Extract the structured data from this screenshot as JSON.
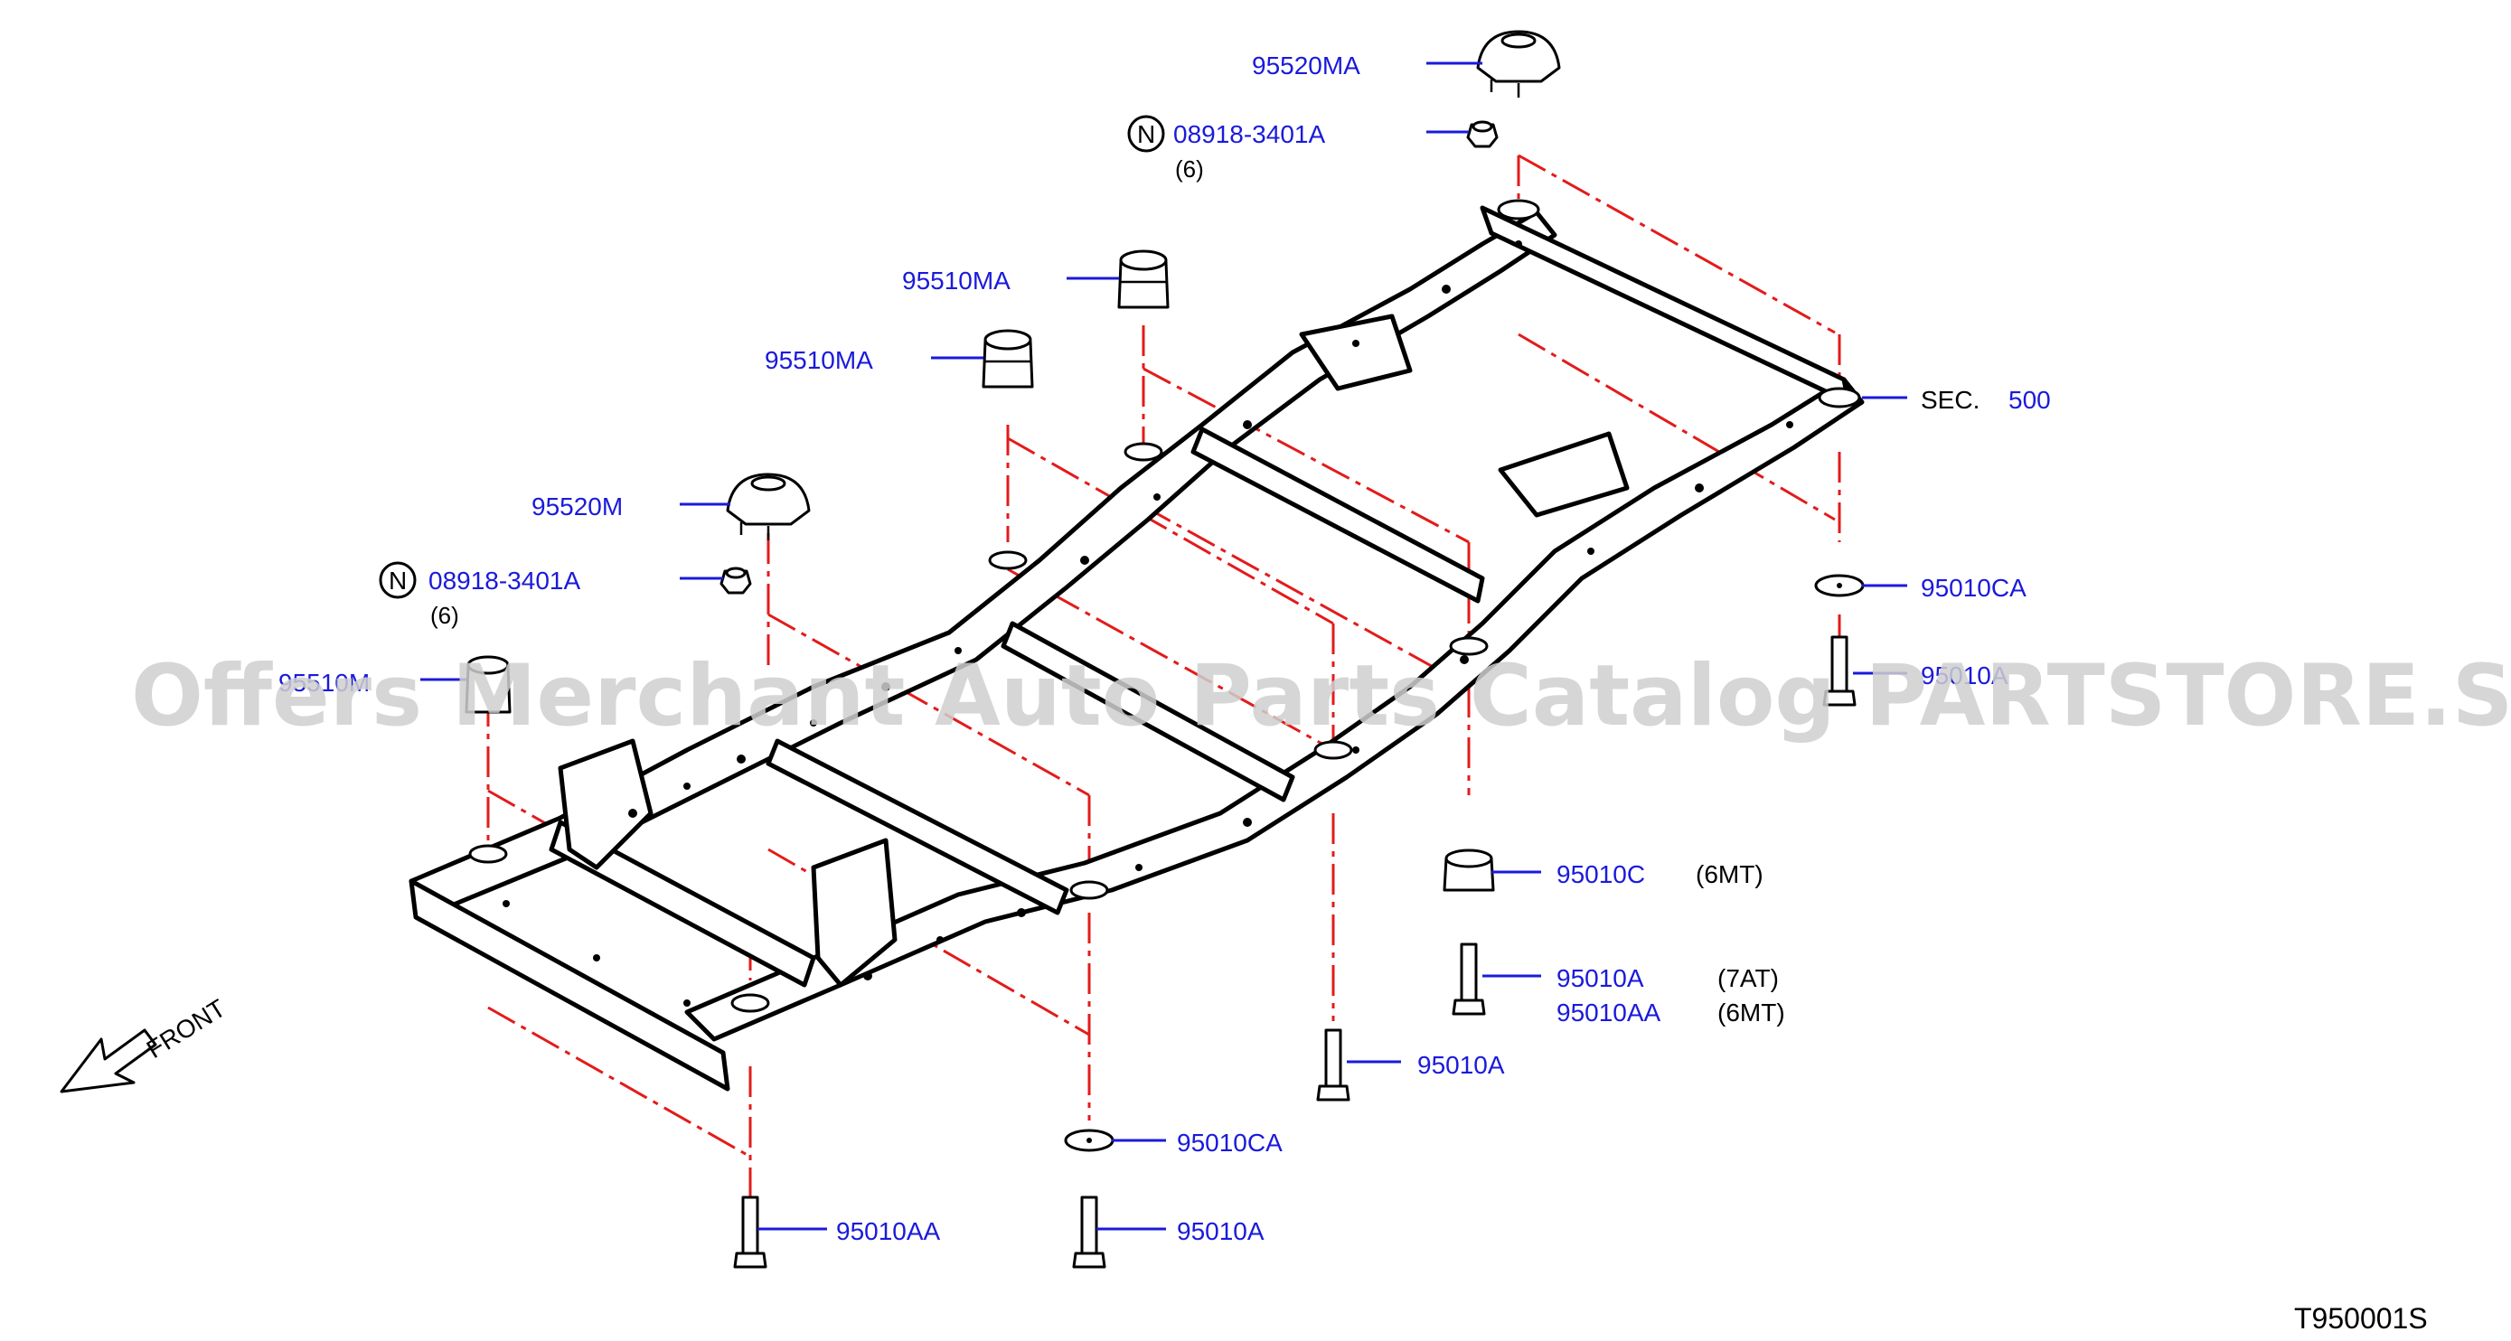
{
  "diagram": {
    "labels": {
      "p95520ma": "95520MA",
      "p08918_top": "08918-3401A",
      "qty_top": "(6)",
      "p95510ma_1": "95510MA",
      "p95510ma_2": "95510MA",
      "p95520m": "95520M",
      "p08918_left": "08918-3401A",
      "qty_left": "(6)",
      "sec": "SEC.",
      "sec_num": "500",
      "p95010ca_right": "95010CA",
      "p95010a_right": "95010A",
      "p95010c": "95010C",
      "c95010c_note": "(6MT)",
      "p95010a_mid": "95010A",
      "n7at": "(7AT)",
      "p95010aa_mid": "95010AA",
      "n6mt": "(6MT)",
      "p95010a_low": "95010A",
      "p95010ca_bottom": "95010CA",
      "p95010aa_bottom": "95010AA",
      "p95010a_bottom": "95010A",
      "front": "FRONT",
      "partial_left": "95510M",
      "n_circle_1": "N",
      "n_circle_2": "N",
      "diagram_id": "T950001S"
    },
    "watermark": "Offers Merchant Auto Parts Catalog PARTSTORE.SA",
    "colors": {
      "part_number": "#1a1adc",
      "phantom_line": "#e31b1b",
      "outline": "#000000"
    }
  }
}
